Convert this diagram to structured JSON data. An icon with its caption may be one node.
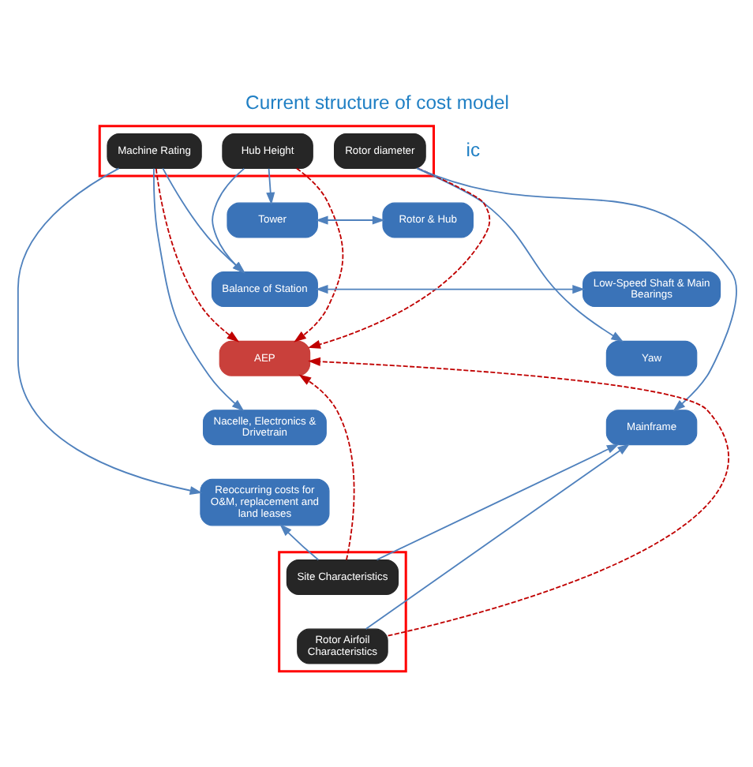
{
  "diagram": {
    "title": "Current structure of cost model",
    "nodes": [
      {
        "text": [],
        "shape": "box"
      },
      {
        "text": [
          "Machine Rating"
        ],
        "in": 0
      },
      {
        "text": [
          "Hub Height"
        ],
        "in": 0
      },
      {
        "text": [
          "Rotor diameter"
        ],
        "in": 0
      },
      {
        "text": [
          "Tower"
        ]
      },
      {
        "text": [
          "Rotor & Hub"
        ]
      },
      {
        "text": [
          "Balance of Station"
        ]
      },
      {
        "text": [
          "Low-Speed Shaft & Main Bearings"
        ]
      },
      {
        "text": [
          "Yaw"
        ]
      },
      {
        "text": [
          "AEP"
        ]
      },
      {
        "text": [
          "Mainframe"
        ]
      },
      {
        "text": [
          "Nacelle, Electronics & Drivetrain"
        ]
      },
      {
        "text": [
          "Reoccurring costs for O&M, replacement and land leases"
        ]
      },
      {
        "text": [],
        "shape": "box"
      },
      {
        "text": [
          "Site Characteristics"
        ],
        "in": 13
      },
      {
        "text": [
          "Rotor Airfoil Characteristics"
        ],
        "in": 13
      }
    ],
    "edges": [
      {
        "from": 2,
        "to": 4,
        "arrow": "to"
      },
      {
        "from": 2,
        "to": 6,
        "arrow": "to"
      },
      {
        "from": 1,
        "to": 6,
        "arrow": "to"
      },
      {
        "from": 4,
        "to": 5,
        "arrow": "both"
      },
      {
        "from": 6,
        "to": 7,
        "arrow": "both"
      },
      {
        "from": 3,
        "to": 8,
        "arrow": "to"
      },
      {
        "from": 3,
        "to": 10,
        "arrow": "to"
      },
      {
        "from": 1,
        "to": 11,
        "arrow": "to"
      },
      {
        "from": 1,
        "to": 12,
        "arrow": "to"
      },
      {
        "from": 1,
        "to": 9,
        "arrow": "to",
        "style": "dashed",
        "color": "#c00000"
      },
      {
        "from": 2,
        "to": 9,
        "arrow": "to",
        "style": "dashed",
        "color": "#c00000"
      },
      {
        "from": 3,
        "to": 9,
        "arrow": "to",
        "style": "dashed",
        "color": "#c00000"
      },
      {
        "from": 14,
        "to": 9,
        "arrow": "to",
        "style": "dashed",
        "color": "#c00000"
      },
      {
        "from": 15,
        "to": 9,
        "arrow": "to",
        "style": "dashed",
        "color": "#c00000"
      },
      {
        "from": 14,
        "to": 12,
        "arrow": "to"
      },
      {
        "from": 14,
        "to": 10,
        "arrow": "to"
      },
      {
        "from": 15,
        "to": 10,
        "arrow": "to"
      }
    ],
    "labels": [
      "ic"
    ]
  }
}
